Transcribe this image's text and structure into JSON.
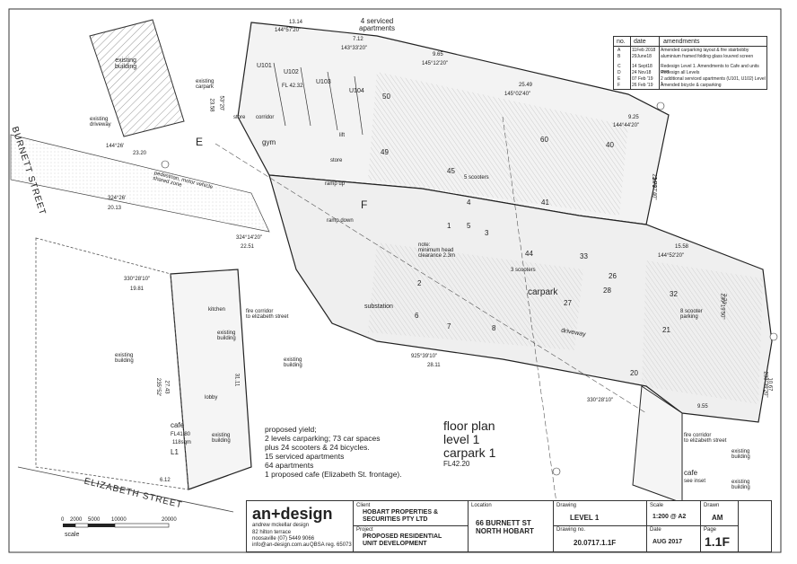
{
  "header": {
    "serviced": "4 serviced\napartments"
  },
  "units": [
    "U101",
    "U102",
    "U103",
    "U104"
  ],
  "rooms": {
    "fl_u102": "FL 42.32",
    "store": "store",
    "corridor": "corridor",
    "gym": "gym",
    "store2": "store",
    "lift": "lift",
    "kitchen": "kitchen",
    "substation": "substation",
    "lobby": "lobby",
    "cafe": "cafe",
    "cafe_fl": "FL41.80",
    "cafe_area": "118sqm",
    "carpark_label": "carpark",
    "driveway": "driveway",
    "ramp_up": "ramp up",
    "ramp_down": "ramp down",
    "scooters5": "5 scooters",
    "scooters3": "3 scooters",
    "scooters8": "8 scooter\nparking",
    "note": "note:\nminimum head\nclearance 2.3m",
    "fire1": "fire corridor\nto elizabeth street",
    "fire2": "fire corridor\nto elizabeth street",
    "shared": "pedestrian, motor vehicle\nshared zone",
    "L1": "L1",
    "cafe2": "cafe",
    "see_inset": "see inset"
  },
  "context": {
    "existing_building": "existing\nbuilding",
    "existing_carpark": "existing\ncarpark",
    "existing_driveway": "existing\ndriveway",
    "existing_building2": "existing\nbuilding",
    "existing_building3": "existing\nbuilding",
    "existing_building4": "existing\nbuilding",
    "existing_building5": "existing\nbuilding",
    "existing_building6": "existing\nbuilding",
    "existing_building7": "existing\nbuilding"
  },
  "streets": {
    "burnett": "BURNETT STREET",
    "elizabeth": "ELIZABETH STREET"
  },
  "slots": [
    "1",
    "2",
    "3",
    "4",
    "5",
    "6",
    "7",
    "8",
    "20",
    "21",
    "26",
    "27",
    "28",
    "32",
    "33",
    "40",
    "41",
    "44",
    "45",
    "49",
    "50",
    "60"
  ],
  "dims": {
    "d1": "13.14",
    "d2": "144°57'20\"",
    "d3": "7.12",
    "d4": "143°33'20\"",
    "d5": "9.65",
    "d6": "145°12'20\"",
    "d7": "25.49",
    "d8": "145°02'40\"",
    "d9": "9.25",
    "d10": "144°44'20\"",
    "d11": "23.20",
    "d12": "144°26'",
    "d13": "324°26'",
    "d14": "20.13",
    "d15": "324°14'20\"",
    "d16": "22.51",
    "d17": "330°28'10\"",
    "d18": "19.81",
    "d19": "15.58",
    "d20": "144°52'20\"",
    "d21": "925°39'10\"",
    "d22": "28.11",
    "d23": "330°28'10\"",
    "d24": "9.55",
    "d25": "235°52'",
    "d26": "27.43",
    "d27": "6.12",
    "d28": "31.11",
    "d29": "10.67",
    "d30": "233°39'20\"",
    "d31": "7.72",
    "d32": "235°19'50\"",
    "d33": "2.79",
    "d34": "234°37'40\"",
    "d35": "23.58",
    "d36": "53°20'"
  },
  "grid": {
    "e": "E",
    "f": "F"
  },
  "title": {
    "line1": "floor plan",
    "line2": "level 1",
    "line3": "carpark 1",
    "fl": "FL42.20"
  },
  "yield": {
    "line1": "proposed yield;",
    "line2": "2 levels carparking; 73 car spaces",
    "line3": "plus 24 scooters & 24 bicycles.",
    "line4": "15 serviced apartments",
    "line5": "64 apartments",
    "line6": "1 proposed cafe (Elizabeth St. frontage)."
  },
  "scale": {
    "t0": "0",
    "t1": "2000",
    "t2": "5000",
    "t3": "10000",
    "t4": "20000",
    "label": "scale"
  },
  "amendments": {
    "hdr_no": "no.",
    "hdr_date": "date",
    "hdr_amend": "amendments",
    "rows": [
      {
        "no": "A",
        "date": "11Feb 2018",
        "text": "Amended carparking layout & fire stairbobby"
      },
      {
        "no": "B",
        "date": "29June18",
        "text": "aluminium framed folding glass louvred screen"
      },
      {
        "no": "C",
        "date": "14 Sept18",
        "text": "Redesign Level 1. Amendments to Cafe and units over"
      },
      {
        "no": "D",
        "date": "24 Nov18",
        "text": "Redesign all Levels"
      },
      {
        "no": "E",
        "date": "07 Feb '19",
        "text": "2 additional serviced apartments (U101, U102) Level 1"
      },
      {
        "no": "F",
        "date": "26 Feb '19",
        "text": "Amended bicycle & carparking"
      }
    ]
  },
  "titleblock": {
    "logo": "an+design",
    "logo_sub": "andrew mckellar design",
    "addr1": "82 hilton terrace",
    "addr2": "noosaville  (07) 5449 9066",
    "addr3": "info@an-design.com.au",
    "qbsa": "QBSA reg. 65073",
    "client_lbl": "Client",
    "client": "HOBART PROPERTIES &\nSECURITIES PTY LTD",
    "project_lbl": "Project",
    "project": "PROPOSED RESIDENTIAL\nUNIT DEVELOPMENT",
    "location_lbl": "Location",
    "location": "66 BURNETT ST\nNORTH HOBART",
    "drawing_lbl": "Drawing",
    "drawing": "LEVEL 1",
    "scale_lbl": "Scale",
    "scale": "1:200 @ A2",
    "drawn_lbl": "Drawn",
    "drawn": "AM",
    "drawno_lbl": "Drawing no.",
    "drawno": "20.0717.1.1F",
    "date_lbl": "Date",
    "date": "AUG 2017",
    "page_lbl": "Page",
    "page": "1.1F"
  }
}
